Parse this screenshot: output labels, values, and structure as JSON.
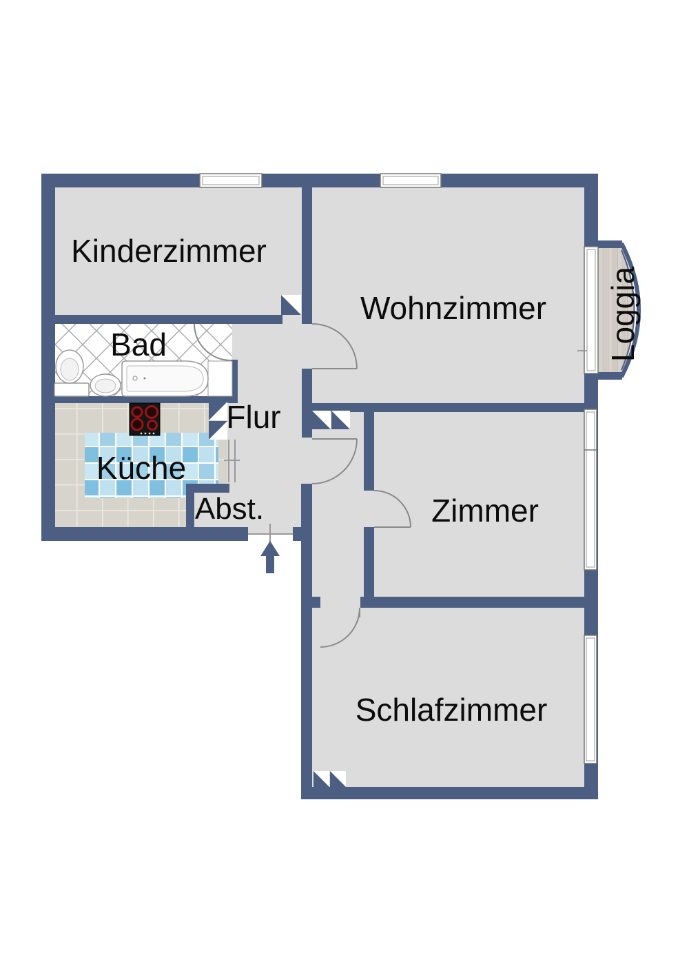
{
  "plan_type": "apartment-floor-plan",
  "rooms": {
    "kinderzimmer": {
      "label": "Kinderzimmer"
    },
    "wohnzimmer": {
      "label": "Wohnzimmer"
    },
    "loggia": {
      "label": "Loggia"
    },
    "bad": {
      "label": "Bad"
    },
    "flur": {
      "label": "Flur"
    },
    "kueche": {
      "label": "Küche"
    },
    "abstellraum": {
      "label": "Abst."
    },
    "zimmer": {
      "label": "Zimmer"
    },
    "schlafzimmer": {
      "label": "Schlafzimmer"
    }
  },
  "colors": {
    "wall": "#4c5f82",
    "floor": "#dcdcdc",
    "door_arc": "#8a8a8a",
    "bath_tile_line": "#a8adb3",
    "kitchen_tile": "#d6d4cb",
    "rug_blues": [
      "#9fd0e8",
      "#c9e6f3",
      "#bfe0ef",
      "#7fc0e0"
    ],
    "loggia_plank": "#d8d2cc"
  },
  "symbols": {
    "entrance_arrow": "arrow-up-into-flat",
    "opening_marker": "diagonal-triangle-square",
    "door_swing": "quarter-circle-arc"
  }
}
